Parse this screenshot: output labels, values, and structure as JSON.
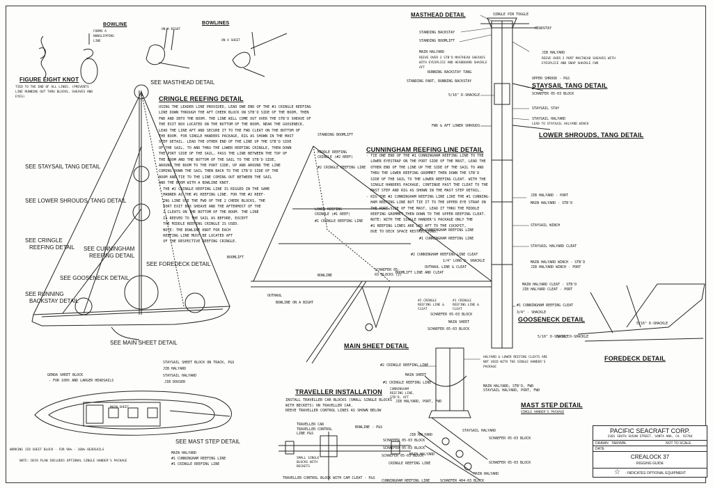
{
  "title_block": {
    "company": "PACIFIC SEACRAFT CORP.",
    "address": "3301 SOUTH SUSAN STREET, SANTA ANA, CA. 92704",
    "drawn_label": "DRAWN",
    "drawn_value": "TAR/WBL",
    "scale": "NOT TO SCALE",
    "date_label": "DATE",
    "boat": "CREALOCK 37",
    "sheet_title": "RIGGING GUIDE",
    "legend_symbol": "☆",
    "legend_text": "- INDICATES OPTIONAL EQUIPMENT"
  },
  "knots": {
    "bowline": "BOWLINE",
    "bowline_sub": "FORMS A NONSLIPPING LINE",
    "bowlines": "BOWLINES",
    "on_a_bight": "ON A BIGHT",
    "on_a_sheet": "ON A SHEET",
    "figure_eight": "FIGURE EIGHT KNOT",
    "figure_eight_note": "TIED TO THE END OF ALL LINES. (PREVENTS LINE RUNNING OUT THRU BLOCKS, SHEAVES AND EYES)"
  },
  "see_labels": {
    "masthead": "SEE MASTHEAD DETAIL",
    "staysail_tang": "SEE STAYSAIL TANG DETAIL",
    "lower_shrouds": "SEE LOWER SHROUDS, TANG DETAIL",
    "cringle_1": "SEE CRINGLE",
    "cringle_2": "REEFING DETAIL",
    "cunningham_1": "SEE CUNNINGHAM",
    "cunningham_2": "REEFING DETAIL",
    "foredeck": "SEE FOREDECK DETAIL",
    "gooseneck": "SEE GOOSENECK DETAIL",
    "running_1": "SEE RUNNING",
    "running_2": "BACKSTAY DETAIL",
    "main_sheet": "SEE MAIN SHEET DETAIL",
    "mast_step": "SEE MAST STEP DETAIL"
  },
  "cringle": {
    "heading": "CRINGLE REEFING DETAIL",
    "text": "USING THE LEADER LINE PROVIDED, LEAD ONE END OF THE #1 CRINGLE REEFING\nLINE DOWN THROUGH THE AFT CHEEK BLOCK ON STB'D SIDE OF THE BOOM, THEN\nFWD AND INTO THE BOOM. THE LINE WILL COME OUT OVER THE STB'D SHEAVE OF\nTHE EXIT BOX LOCATED ON THE BOTTOM OF THE BOOM, NEAR THE GOOSENECK.\nLEAD THE LINE AFT AND SECURE IT TO THE FWD CLEAT ON THE BOTTOM OF\nTHE BOOM. FOR SINGLE HANDERS PACKAGE, RIG AS SHOWN IN THE MAST\nSTEP DETAIL. LEAD THE OTHER END OF THE LINE UP THE STB'D SIDE\nOF THE SAIL, TO AND THRU THE LOWER REEFING CRINGLE, THEN DOWN\nTHE PORT SIDE OF THE SAIL, PASS THE LINE BETWEEN THE TOP OF\nTHE BOOM AND THE BOTTOM OF THE SAIL TO THE STB'D SIDE,\nAROUND THE BOOM TO THE PORT SIDE, UP AND AROUND THE LINE\nCOMING DOWN THE SAIL THEN BACK TO THE STB'D SIDE OF THE\nBOOM AND TIE TO THE LINE COMING OUT BETWEEN THE SAIL\nAND THE BOOM WITH A BOWLINE KNOT.\n- THE #2 CRINGLE REEFING LINE IS RIGGED IN THE SAME\n  MANNER AS THE #1 REEFING LINE. FOR THE #2 REEF-\n  ING LINE USE THE FWD OF THE 2 CHEEK BLOCKS, THE\n  PORT EXIT BOX SHEAVE AND THE AFTERMOST OF THE\n  2 CLEATS ON THE BOTTOM OF THE BOOM. THE LINE\n  IS REEVED TO THE SAIL AS BEFORE, EXCEPT\n  THE MIDDLE REEFING CRINGLE IS USED.\n  NOTE: THE BOWLINE KNOT FOR EACH\n  REEFING LINE MUST BE LOCATED AFT\n  OF THE RESPECTIVE REEFING CRINGLE."
  },
  "cunningham": {
    "heading": "CUNNINGHAM REEFING LINE DETAIL",
    "text": "- TIE ONE END OF THE #1 CUNNINGHAM REEFING LINE TO THE\n  LOWER EYESTRAP ON THE PORT SIDE OF THE MAST, LEAD THE\n  OTHER END OF THE LINE UP THE SIDE OF THE SAIL TO AND\n  THRU THE LOWER REEFING GROMMET THEN DOWN THE STB'D\n  SIDE OF THE SAIL TO THE LOWER REEFING CLEAT. WITH THE\n  SINGLE HANDERS PACKAGE, CONTINUE PAST THE CLEAT TO THE\n  MAST STEP AND RIG AS SHOWN IN THE MAST STEP DETAIL.\n- RIG THE #2 CUNNINGHAM REEFING LINE LIKE THE #1 CUNNING-\n  HAM REEFING LINE BUT TIE IT TO THE UPPER EYE STRAP ON\n  THE PORT SIDE OF THE MAST, LEAD IT THRU THE MIDDLE\n  REEFING GROMMET THEN DOWN TO THE UPPER REEFING CLEAT.\n  NOTE: WITH THE SINGLE HANDER'S PACKAGE ONLY THE\n  #1 REEFING LINES ARE LED AFT TO THE COCKPIT,\n  DUE TO DECK SPACE RESTRICTIONS."
  },
  "boom_detail": {
    "standing_boomlift": "STANDING BOOMLIFT",
    "middle_cringle": "MIDDLE REEFING CRINGLE (#2 REEF)",
    "cringle_2_line": "#2 CRINGLE REEFING LINE",
    "lower_cringle": "LOWER REEFING CRINGLE (#1 REEF)",
    "cringle_1_line": "#1 CRINGLE REEFING LINE",
    "boomlift": "BOOMLIFT",
    "bowline": "BOWLINE",
    "outhaul": "OUTHAUL",
    "bowline_bight": "BOWLINE ON A BIGHT",
    "schaefer_blocks": "SCHAEFER 05-03 BLOCKS (2)",
    "boomlift_cleat": "BOOMLIFT LINE AND CLEAT",
    "outhaul_cleat": "OUTHAUL LINE & CLEAT",
    "main_sheet_detail": "MAIN SHEET DETAIL"
  },
  "mast": {
    "masthead_detail": "MASTHEAD DETAIL",
    "single_pin_toggle": "SINGLE PIN TOGGLE",
    "headstay": "HEADSTAY",
    "standing_backstay": "STANDING BACKSTAY",
    "standing_boomlift": "STANDING BOOMLIFT",
    "main_halyard": "MAIN HALYARD",
    "main_halyard_note": "REEVE OVER 2 STB'D MASTHEAD SHEAVES WITH EYESPLICE AND HEADBOARD SHACKLE AFT",
    "running_backstay_tang": "RUNNING BACKSTAY TANG",
    "standing_part": "STANDING PART, RUNNING BACKSTAY",
    "jib_halyard": "JIB HALYARD",
    "jib_halyard_note": "REEVE OVER 2 PORT MASTHEAD SHEAVES WITH EYESPLICE AND SNAP SHACKLE FWD",
    "upper_shroud": "UPPER SHROUD - P&S",
    "staysail_tang": "STAYSAIL TANG DETAIL",
    "d_shackle": "5/16\" D-SHACKLE",
    "schaefer_block": "SCHAEFER 05-03 BLOCK",
    "staysail_stay": "STAYSAIL STAY",
    "staysail_halyard": "STAYSAIL HALYARD",
    "staysail_halyard_note": "LEAD TO STAYSAIL HALYARD WINCH",
    "fwd_aft_lower": "FWD & AFT LOWER SHROUDS",
    "lower_shrouds_tang": "LOWER SHROUDS, TANG DETAIL",
    "jib_halyard_port": "JIB HALYARD - PORT",
    "main_halyard_stbd": "MAIN HALYARD - STB'D",
    "staysail_winch": "STAYSAIL WINCH",
    "staysail_halyard_cleat": "STAYSAIL HALYARD CLEAT",
    "cunningham_2": "#2 CUNNINGHAM REEFING LINE",
    "cunningham_1": "#1 CUNNINGHAM REEFING LINE",
    "cunningham_cleat": "#2 CUNNINGHAM REEFING LINE CLEAT",
    "long_shackle": "1/4\" LONG D- SHACKLE",
    "main_halyard_winch": "MAIN HALYARD WINCH - STB'D",
    "jib_halyard_winch": "JIB HALYARD WINCH - PORT",
    "main_halyard_cleat": "MAIN HALYARD CLEAT - STB'D",
    "jib_halyard_cleat": "JIB HALYARD CLEAT - PORT",
    "cunningham_1_cleat": "#1 CUNNINGHAM REEFING CLEAT",
    "d_shackle_34": "3/4\" - SHACKLE",
    "cringle_2_cleat": "#2 CRINGLE REEFING LINE & CLEAT",
    "cringle_1_cleat": "#1 CRINGLE REEFING LINE & CLEAT",
    "schaefer_block_2": "SCHAEFER 05-03 BLOCK",
    "main_sheet": "MAIN SHEET",
    "schaefer_block_3": "SCHAEFER 05-03 BLOCK",
    "gooseneck_detail": "GOOSENECK DETAIL",
    "d_shackle_516": "5/16\" D-SHACKLE"
  },
  "mast_step": {
    "cringle_2": "#2 CRINGLE REEFING LINE",
    "main_sheet": "MAIN SHEET",
    "cringle_1": "#1 CRINGLE REEFING LINE",
    "cunningham_note": "CUNNINGHAM REEFING LINE, STB'D, AFT",
    "jib_halyard": "JIB HALYARD, PORT, FWD",
    "halyard_note": "HALYARD & LOWER REEFING CLEATS ARE NOT USED WITH THE SINGLE HANDER'S PACKAGE",
    "main_halyard": "MAIN HALYARD, STB'D, FWD",
    "staysail_halyard": "STAYSAIL HALYARD, PORT, FWD",
    "heading": "MAST STEP DETAIL",
    "sub": "SINGLE HANDER'S PACKAGE"
  },
  "foredeck": {
    "heading": "FOREDECK DETAIL",
    "shackle_1": "5/16\" D-SHACKLE",
    "shackle_2": "5/16\" D-SHACKLE"
  },
  "deck_plan": {
    "genoa_block": "GENOA SHEET BLOCK",
    "genoa_note": "- FOR 100% AND LARGER HEADSAILS",
    "staysail_block": "STAYSAIL SHEET BLOCK ON TRACK, P&S",
    "jib_halyard": "JIB HALYARD",
    "staysail_halyard": "STAYSAIL HALYARD",
    "jib_douser": "JIB DOUSER",
    "main_sheet": "MAIN SHEET",
    "working_jib": "WORKING JIB SHEET BLOCK - FOR 90% - 100% HEADSAILS",
    "note": "NOTE: DECK PLAN INCLUDES OPTIONAL SINGLE HANDER'S PACKAGE",
    "main_halyard": "MAIN HALYARD",
    "cunningham_1": "#1 CUNNINGHAM REEFING LINE",
    "cringle_1": "#1 CRINGLE REEFING LINE"
  },
  "traveller": {
    "heading": "TRAVELLER INSTALLATION",
    "text": "INSTALL TRAVELLER CAR BLOCKS (SMALL SINGLE BLOCKS\nWITH BECKETS) ON TRAVELLER CAR.\nREEVE TRAVELLER CONTROL LINES AS SHOWN BELOW",
    "car": "TRAVELLER CAR",
    "control_line": "TRAVELLER CONTROL LINE P&S",
    "small_blocks": "SMALL SINGLE BLOCKS WITH BECKETS",
    "bowline": "BOWLINE - P&S",
    "cam_cleat": "TRAVELLER CONTROL BLOCK WITH CAM CLEAT - P&S"
  },
  "cockpit": {
    "jib_halyard": "JIB HALYARD",
    "staysail_halyard": "STAYSAIL HALYARD",
    "schaefer_1": "SCHAEFER 05-03 BLOCK",
    "schaefer_2": "SCHAEFER 05-03 BLOCK",
    "main_halyard": "MAIN HALYARD",
    "cringle_line": "CRINGLE REEFING LINE",
    "schaefer_3": "SCHAEFER 05-03 BLOCK",
    "schaefer_4": "SCHAEFER 05-03 BLOCK",
    "schaefer_5": "SCHAEFER 05-03 BLOCK",
    "main_halyard_2": "MAIN HALYARD",
    "cunningham_line": "CUNNINGHAM REEFING LINE",
    "schaefer_404": "SCHAEFER 404-03 BLOCK"
  }
}
